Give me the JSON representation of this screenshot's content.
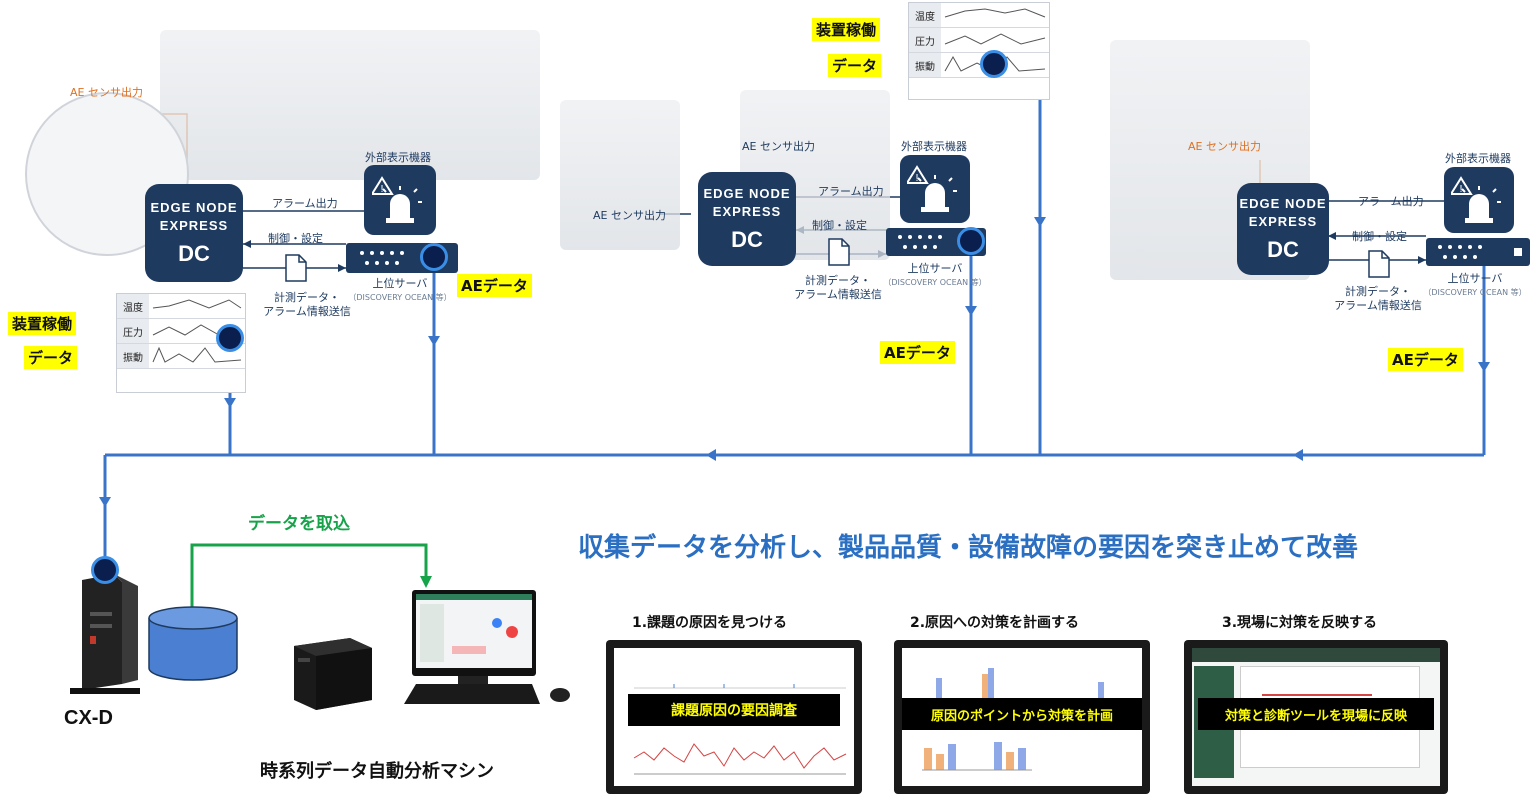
{
  "left_unit": {
    "sensor_label": "AE センサ出力",
    "edge_line1": "EDGE NODE",
    "edge_line2": "EXPRESS",
    "edge_line3": "DC",
    "external_display_label": "外部表示機器",
    "alarm_label": "アラーム出力",
    "control_label": "制御・設定",
    "send_label_1": "計測データ・",
    "send_label_2": "アラーム情報送信",
    "server_label": "上位サーバ",
    "server_sub": "（DISCOVERY OCEAN 等）",
    "ae_data": "AEデータ",
    "operation_1": "装置稼働",
    "operation_2": "データ",
    "rows": [
      "温度",
      "圧力",
      "振動"
    ]
  },
  "middle_unit": {
    "sensor_label": "AE センサ出力",
    "sensor_label_2": "AE センサ出力",
    "edge_line1": "EDGE NODE",
    "edge_line2": "EXPRESS",
    "edge_line3": "DC",
    "external_display_label": "外部表示機器",
    "alarm_label": "アラーム出力",
    "control_label": "制御・設定",
    "send_label_1": "計測データ・",
    "send_label_2": "アラーム情報送信",
    "server_label": "上位サーバ",
    "server_sub": "（DISCOVERY OCEAN 等）",
    "ae_data": "AEデータ",
    "operation_1": "装置稼働",
    "operation_2": "データ",
    "rows": [
      "温度",
      "圧力",
      "振動"
    ]
  },
  "right_unit": {
    "sensor_label": "AE センサ出力",
    "edge_line1": "EDGE NODE",
    "edge_line2": "EXPRESS",
    "edge_line3": "DC",
    "external_display_label": "外部表示機器",
    "alarm_label": "アラーム出力",
    "control_label": "制御・設定",
    "send_label_1": "計測データ・",
    "send_label_2": "アラーム情報送信",
    "server_label": "上位サーバ",
    "server_sub": "（DISCOVERY OCEAN 等）",
    "ae_data": "AEデータ"
  },
  "bottom": {
    "import_label": "データを取込",
    "cx_label": "CX-D",
    "machine_label": "時系列データ自動分析マシン",
    "headline": "収集データを分析し、製品品質・設備故障の要因を突き止めて改善",
    "steps": [
      {
        "title": "1.課題の原因を見つける",
        "caption": "課題原因の要因調査"
      },
      {
        "title": "2.原因への対策を計画する",
        "caption": "原因のポイントから対策を計画"
      },
      {
        "title": "3.現場に対策を反映する",
        "caption": "対策と診断ツールを現場に反映"
      }
    ]
  },
  "colors": {
    "navy": "#1e3a5f",
    "flow_blue": "#3a74c9",
    "green": "#16a34a",
    "headline_blue": "#2b6fc2",
    "orange": "#e07020"
  },
  "icons": [
    "warning-light-icon",
    "server-icon",
    "document-icon",
    "database-icon",
    "pc-tower-icon",
    "monitor-icon",
    "keyboard-icon",
    "mouse-icon"
  ]
}
